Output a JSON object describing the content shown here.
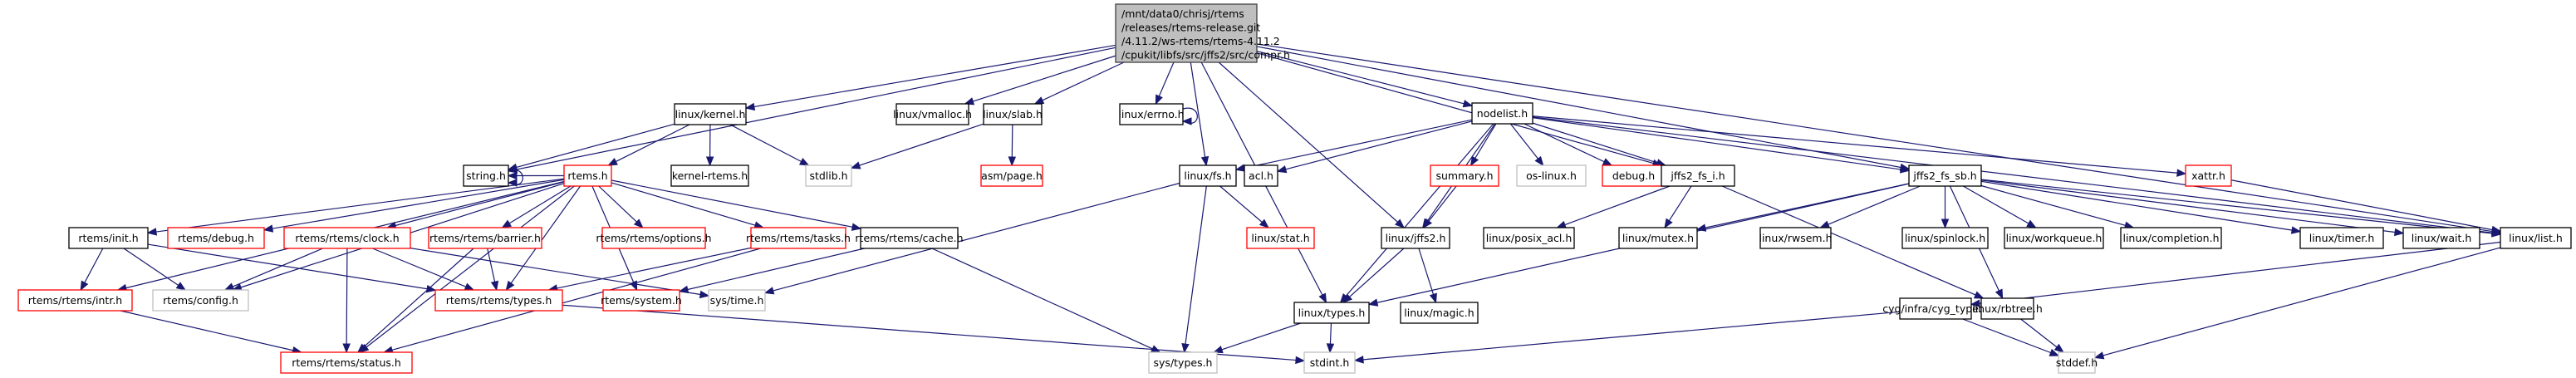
{
  "title": "Include dependency graph for compr.h",
  "colors": {
    "edge": "#191970",
    "root_fill": "#bfbfbf",
    "documented_border": "#000000",
    "undocumented_border": "#ff0000",
    "external_border": "#bfbfbf"
  },
  "nodes": [
    {
      "id": "compr",
      "kind": "root",
      "lines": [
        "/mnt/data0/chrisj/rtems",
        "/releases/rtems-release.git",
        "/4.11.2/ws-rtems/rtems-4.11.2",
        "/cpukit/libfs/src/jffs2/src/compr.h"
      ]
    },
    {
      "id": "string",
      "kind": "black",
      "lines": [
        "string.h"
      ]
    },
    {
      "id": "kernel",
      "kind": "black",
      "lines": [
        "linux/kernel.h"
      ]
    },
    {
      "id": "vmalloc",
      "kind": "black",
      "lines": [
        "linux/vmalloc.h"
      ]
    },
    {
      "id": "slab",
      "kind": "black",
      "lines": [
        "linux/slab.h"
      ]
    },
    {
      "id": "errno",
      "kind": "black",
      "lines": [
        "linux/errno.h"
      ]
    },
    {
      "id": "nodelist",
      "kind": "black",
      "lines": [
        "nodelist.h"
      ]
    },
    {
      "id": "rtems",
      "kind": "red",
      "lines": [
        "rtems.h"
      ]
    },
    {
      "id": "kernelrtems",
      "kind": "black",
      "lines": [
        "kernel-rtems.h"
      ]
    },
    {
      "id": "stdlib",
      "kind": "grey",
      "lines": [
        "stdlib.h"
      ]
    },
    {
      "id": "asmpage",
      "kind": "red",
      "lines": [
        "asm/page.h"
      ]
    },
    {
      "id": "fs",
      "kind": "black",
      "lines": [
        "linux/fs.h"
      ]
    },
    {
      "id": "acl",
      "kind": "black",
      "lines": [
        "acl.h"
      ]
    },
    {
      "id": "summary",
      "kind": "red",
      "lines": [
        "summary.h"
      ]
    },
    {
      "id": "oslinux",
      "kind": "grey",
      "lines": [
        "os-linux.h"
      ]
    },
    {
      "id": "debug",
      "kind": "red",
      "lines": [
        "debug.h"
      ]
    },
    {
      "id": "fsi",
      "kind": "black",
      "lines": [
        "jffs2_fs_i.h"
      ]
    },
    {
      "id": "fssb",
      "kind": "black",
      "lines": [
        "jffs2_fs_sb.h"
      ]
    },
    {
      "id": "xattr",
      "kind": "red",
      "lines": [
        "xattr.h"
      ]
    },
    {
      "id": "init",
      "kind": "black",
      "lines": [
        "rtems/init.h"
      ]
    },
    {
      "id": "rdebug",
      "kind": "red",
      "lines": [
        "rtems/debug.h"
      ]
    },
    {
      "id": "clock",
      "kind": "red",
      "lines": [
        "rtems/rtems/clock.h"
      ]
    },
    {
      "id": "barrier",
      "kind": "red",
      "lines": [
        "rtems/rtems/barrier.h"
      ]
    },
    {
      "id": "options",
      "kind": "red",
      "lines": [
        "rtems/rtems/options.h"
      ]
    },
    {
      "id": "tasks",
      "kind": "red",
      "lines": [
        "rtems/rtems/tasks.h"
      ]
    },
    {
      "id": "cache",
      "kind": "black",
      "lines": [
        "rtems/rtems/cache.h"
      ]
    },
    {
      "id": "stat",
      "kind": "red",
      "lines": [
        "linux/stat.h"
      ]
    },
    {
      "id": "jffs2",
      "kind": "black",
      "lines": [
        "linux/jffs2.h"
      ]
    },
    {
      "id": "posixacl",
      "kind": "black",
      "lines": [
        "linux/posix_acl.h"
      ]
    },
    {
      "id": "mutex",
      "kind": "black",
      "lines": [
        "linux/mutex.h"
      ]
    },
    {
      "id": "rwsem",
      "kind": "black",
      "lines": [
        "linux/rwsem.h"
      ]
    },
    {
      "id": "spinlock",
      "kind": "black",
      "lines": [
        "linux/spinlock.h"
      ]
    },
    {
      "id": "workqueue",
      "kind": "black",
      "lines": [
        "linux/workqueue.h"
      ]
    },
    {
      "id": "completion",
      "kind": "black",
      "lines": [
        "linux/completion.h"
      ]
    },
    {
      "id": "timer",
      "kind": "black",
      "lines": [
        "linux/timer.h"
      ]
    },
    {
      "id": "wait",
      "kind": "black",
      "lines": [
        "linux/wait.h"
      ]
    },
    {
      "id": "list",
      "kind": "black",
      "lines": [
        "linux/list.h"
      ]
    },
    {
      "id": "intr",
      "kind": "red",
      "lines": [
        "rtems/rtems/intr.h"
      ]
    },
    {
      "id": "config",
      "kind": "grey",
      "lines": [
        "rtems/config.h"
      ]
    },
    {
      "id": "rtypes",
      "kind": "red",
      "lines": [
        "rtems/rtems/types.h"
      ]
    },
    {
      "id": "system",
      "kind": "red",
      "lines": [
        "rtems/system.h"
      ]
    },
    {
      "id": "systime",
      "kind": "grey",
      "lines": [
        "sys/time.h"
      ]
    },
    {
      "id": "ltypes",
      "kind": "black",
      "lines": [
        "linux/types.h"
      ]
    },
    {
      "id": "magic",
      "kind": "black",
      "lines": [
        "linux/magic.h"
      ]
    },
    {
      "id": "cygtype",
      "kind": "black",
      "lines": [
        "cyg/infra/cyg_type.h"
      ]
    },
    {
      "id": "rbtree",
      "kind": "black",
      "lines": [
        "linux/rbtree.h"
      ]
    },
    {
      "id": "status",
      "kind": "red",
      "lines": [
        "rtems/rtems/status.h"
      ]
    },
    {
      "id": "systypes",
      "kind": "grey",
      "lines": [
        "sys/types.h"
      ]
    },
    {
      "id": "stdint",
      "kind": "grey",
      "lines": [
        "stdint.h"
      ]
    },
    {
      "id": "stddef",
      "kind": "grey",
      "lines": [
        "stddef.h"
      ]
    }
  ],
  "edges": [
    [
      "compr",
      "string"
    ],
    [
      "compr",
      "kernel"
    ],
    [
      "compr",
      "vmalloc"
    ],
    [
      "compr",
      "slab"
    ],
    [
      "compr",
      "errno"
    ],
    [
      "compr",
      "nodelist"
    ],
    [
      "compr",
      "fs"
    ],
    [
      "compr",
      "ltypes"
    ],
    [
      "compr",
      "jffs2"
    ],
    [
      "compr",
      "fsi"
    ],
    [
      "compr",
      "fssb"
    ],
    [
      "compr",
      "list"
    ],
    [
      "kernel",
      "string"
    ],
    [
      "kernel",
      "rtems"
    ],
    [
      "kernel",
      "kernelrtems"
    ],
    [
      "kernel",
      "stdlib"
    ],
    [
      "slab",
      "stdlib"
    ],
    [
      "slab",
      "asmpage"
    ],
    [
      "errno",
      "errno"
    ],
    [
      "string",
      "string"
    ],
    [
      "rtems",
      "string"
    ],
    [
      "rtems",
      "init"
    ],
    [
      "rtems",
      "rdebug"
    ],
    [
      "rtems",
      "clock"
    ],
    [
      "rtems",
      "barrier"
    ],
    [
      "rtems",
      "options"
    ],
    [
      "rtems",
      "tasks"
    ],
    [
      "rtems",
      "cache"
    ],
    [
      "rtems",
      "intr"
    ],
    [
      "rtems",
      "config"
    ],
    [
      "rtems",
      "status"
    ],
    [
      "rtems",
      "rtypes"
    ],
    [
      "rtems",
      "system"
    ],
    [
      "init",
      "intr"
    ],
    [
      "init",
      "config"
    ],
    [
      "init",
      "rtypes"
    ],
    [
      "clock",
      "config"
    ],
    [
      "clock",
      "status"
    ],
    [
      "clock",
      "rtypes"
    ],
    [
      "clock",
      "systime"
    ],
    [
      "barrier",
      "rtypes"
    ],
    [
      "barrier",
      "status"
    ],
    [
      "tasks",
      "rtypes"
    ],
    [
      "tasks",
      "status"
    ],
    [
      "cache",
      "system"
    ],
    [
      "cache",
      "systypes"
    ],
    [
      "intr",
      "status"
    ],
    [
      "rtypes",
      "stdint"
    ],
    [
      "nodelist",
      "fs"
    ],
    [
      "nodelist",
      "acl"
    ],
    [
      "nodelist",
      "summary"
    ],
    [
      "nodelist",
      "oslinux"
    ],
    [
      "nodelist",
      "debug"
    ],
    [
      "nodelist",
      "fsi"
    ],
    [
      "nodelist",
      "fssb"
    ],
    [
      "nodelist",
      "xattr"
    ],
    [
      "nodelist",
      "jffs2"
    ],
    [
      "nodelist",
      "ltypes"
    ],
    [
      "nodelist",
      "list"
    ],
    [
      "fs",
      "stat"
    ],
    [
      "fs",
      "systypes"
    ],
    [
      "fs",
      "systime"
    ],
    [
      "summary",
      "jffs2"
    ],
    [
      "jffs2",
      "ltypes"
    ],
    [
      "jffs2",
      "magic"
    ],
    [
      "fsi",
      "posixacl"
    ],
    [
      "fsi",
      "mutex"
    ],
    [
      "fsi",
      "rbtree"
    ],
    [
      "fssb",
      "mutex"
    ],
    [
      "fssb",
      "rwsem"
    ],
    [
      "fssb",
      "spinlock"
    ],
    [
      "fssb",
      "workqueue"
    ],
    [
      "fssb",
      "completion"
    ],
    [
      "fssb",
      "timer"
    ],
    [
      "fssb",
      "wait"
    ],
    [
      "fssb",
      "list"
    ],
    [
      "fssb",
      "ltypes"
    ],
    [
      "fssb",
      "rbtree"
    ],
    [
      "xattr",
      "list"
    ],
    [
      "list",
      "cygtype"
    ],
    [
      "list",
      "stddef"
    ],
    [
      "ltypes",
      "systypes"
    ],
    [
      "ltypes",
      "stdint"
    ],
    [
      "cygtype",
      "stdint"
    ],
    [
      "cygtype",
      "stddef"
    ],
    [
      "rbtree",
      "stddef"
    ]
  ]
}
